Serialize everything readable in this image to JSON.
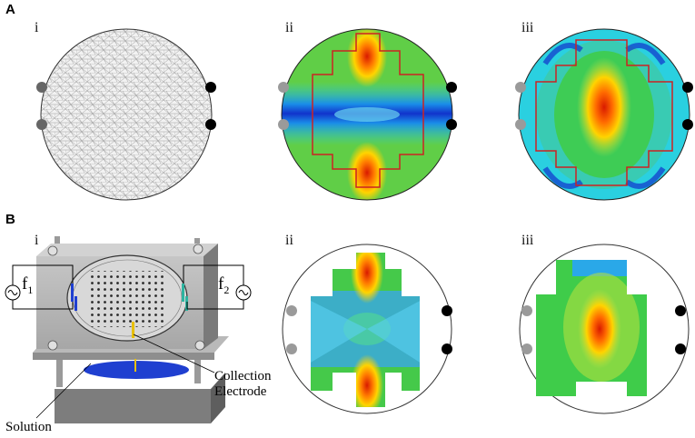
{
  "panels": {
    "A": {
      "letter": "A",
      "subpanels": [
        "i",
        "ii",
        "iii"
      ]
    },
    "B": {
      "letter": "B",
      "subpanels": [
        "i",
        "ii",
        "iii"
      ]
    }
  },
  "labels": {
    "f1_main": "f",
    "f1_sub": "1",
    "f2_main": "f",
    "f2_sub": "2",
    "collection": "Collection",
    "electrode": "Electrode",
    "solution": "Solution"
  },
  "colors": {
    "electrode_black": "#000000",
    "electrode_gray": "#9a9a9a",
    "mesh_gray": "#888888",
    "boundary_red": "#cc2222",
    "heat_high": "#d91a00",
    "heat_mid": "#ffd400",
    "heat_green": "#34c94a",
    "heat_cyan": "#2ad0e0",
    "heat_low": "#1133cc"
  },
  "icons": [
    "ac-source-icon",
    "electrode-dot-icon"
  ]
}
